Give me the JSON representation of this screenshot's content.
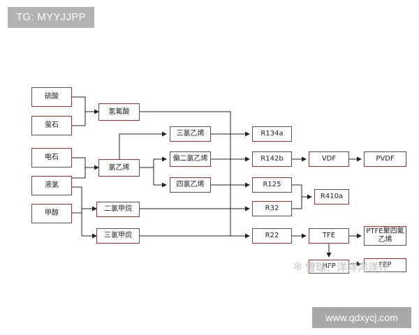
{
  "header_tag": "TG: MYYJJPP",
  "footer_url": "www.qdxycj.com",
  "watermark": "雪球：洋洋洋洋仔",
  "nodes": {
    "liusuan": "硫酸",
    "yingshi": "萤石",
    "qingfusuan": "氢氟酸",
    "dianshi": "电石",
    "yelv": "液氯",
    "lvyixi": "氯乙烯",
    "jiachun": "甲醇",
    "sanlvyixi": "三氯乙烯",
    "pianerlvyixi": "偏二氯乙烯",
    "silvyixi": "四氯乙烯",
    "erlvjiawan": "二氯甲烷",
    "sanlvjiawan": "三氯甲烷",
    "r134a": "R134a",
    "r142b": "R142b",
    "r125": "R125",
    "r32": "R32",
    "r22": "R22",
    "r410a": "R410a",
    "vdf": "VDF",
    "pvdf": "PVDF",
    "tfe": "TFE",
    "ptfe": "PTFE聚四氟\n乙烯",
    "hfp": "HFP",
    "fep": "FEP"
  }
}
